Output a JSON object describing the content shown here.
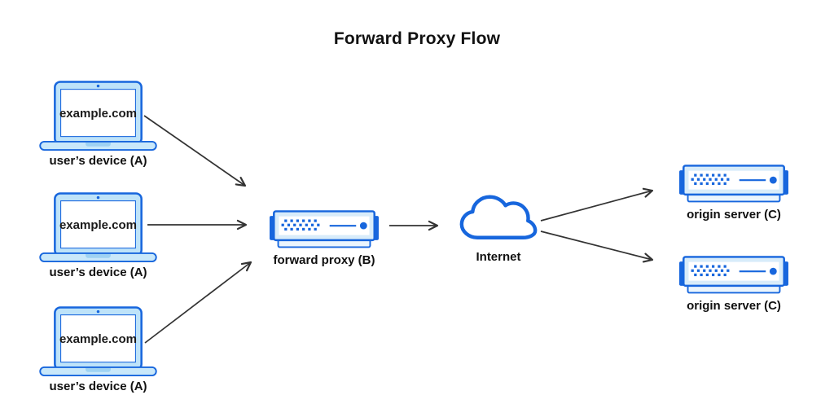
{
  "title": "Forward Proxy Flow",
  "colors": {
    "stroke_blue": "#1766DD",
    "laptop_bezel": "#BEE3F9",
    "laptop_base": "#C9E8FA",
    "server_bezel": "#D8ECFA",
    "server_tray": "#EBF5FD",
    "arrow": "#333333",
    "text": "#111111"
  },
  "nodes": {
    "devices": [
      {
        "icon": "laptop-icon",
        "screen_text": "example.com",
        "label": "user’s device (A)"
      },
      {
        "icon": "laptop-icon",
        "screen_text": "example.com",
        "label": "user’s device (A)"
      },
      {
        "icon": "laptop-icon",
        "screen_text": "example.com",
        "label": "user’s device (A)"
      }
    ],
    "proxy": {
      "icon": "server-icon",
      "label": "forward proxy (B)"
    },
    "internet": {
      "icon": "cloud-icon",
      "label": "Internet"
    },
    "origin_servers": [
      {
        "icon": "server-icon",
        "label": "origin server (C)"
      },
      {
        "icon": "server-icon",
        "label": "origin server (C)"
      }
    ]
  },
  "edges": [
    {
      "from": "user’s device (A) #1",
      "to": "forward proxy (B)"
    },
    {
      "from": "user’s device (A) #2",
      "to": "forward proxy (B)"
    },
    {
      "from": "user’s device (A) #3",
      "to": "forward proxy (B)"
    },
    {
      "from": "forward proxy (B)",
      "to": "Internet"
    },
    {
      "from": "Internet",
      "to": "origin server (C) #1"
    },
    {
      "from": "Internet",
      "to": "origin server (C) #2"
    }
  ]
}
